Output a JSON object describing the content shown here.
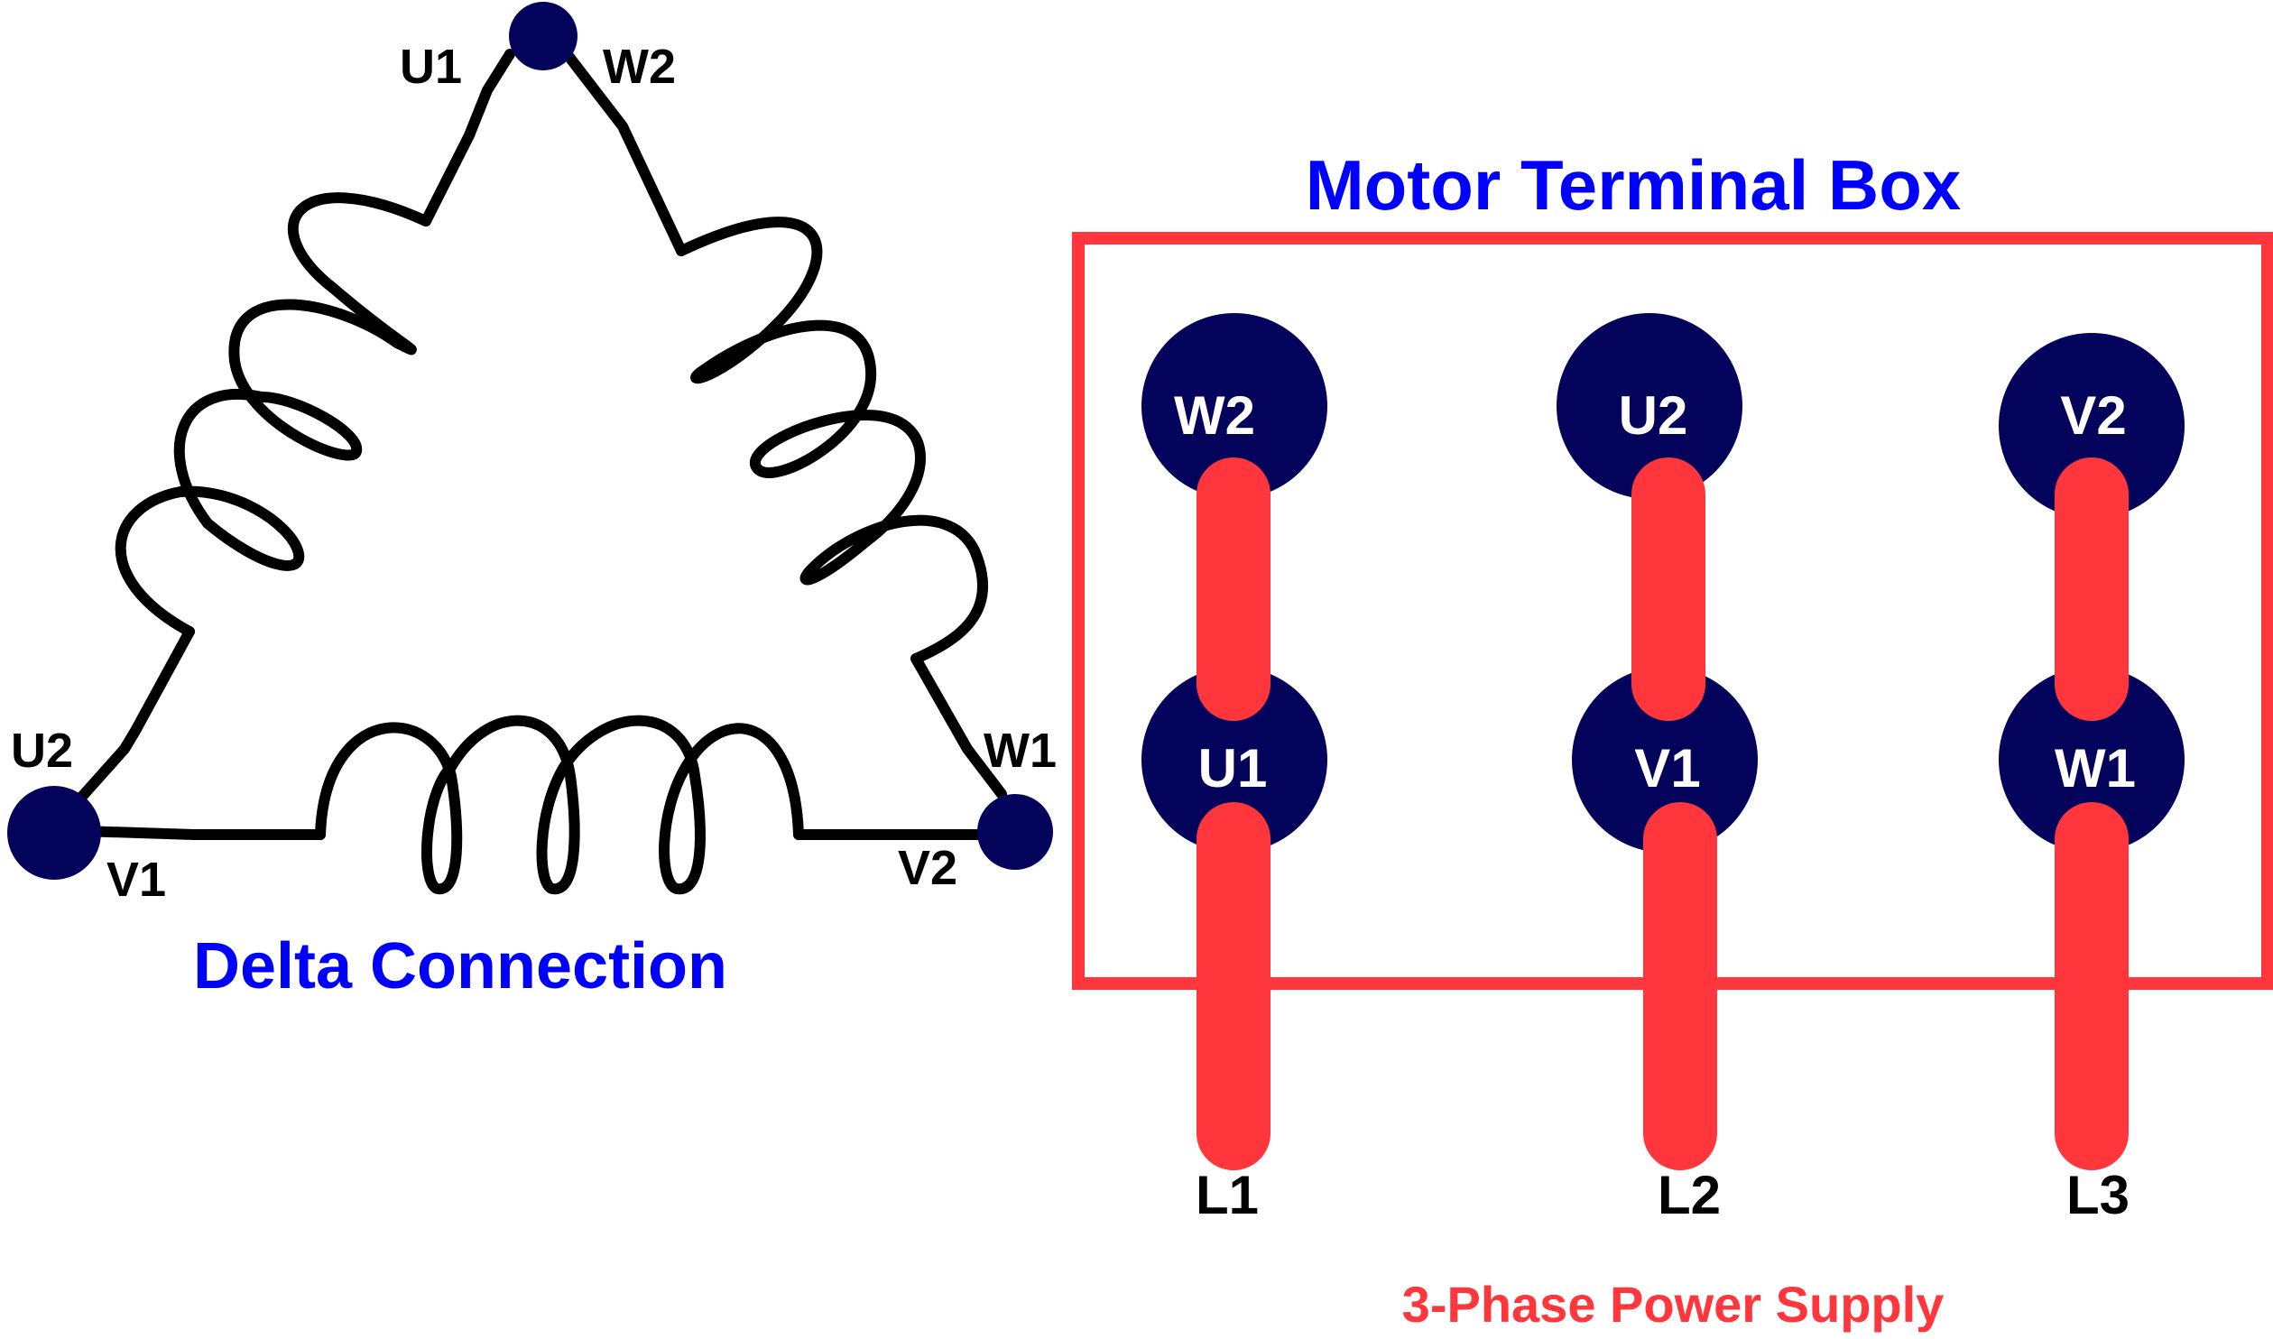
{
  "delta": {
    "title": "Delta Connection",
    "labels": {
      "top_left": "U1",
      "top_right": "W2",
      "left_upper": "U2",
      "left_lower": "V1",
      "right_upper": "W1",
      "right_lower": "V2"
    }
  },
  "terminal_box": {
    "title": "Motor Terminal Box",
    "top_row": [
      "W2",
      "U2",
      "V2"
    ],
    "bottom_row": [
      "U1",
      "V1",
      "W1"
    ]
  },
  "supply": {
    "lines": [
      "L1",
      "L2",
      "L3"
    ],
    "caption": "3-Phase Power Supply"
  },
  "colors": {
    "terminal": "#03035b",
    "red": "#ff363c",
    "blue_title": "#0000ff",
    "wire": "#000000"
  }
}
